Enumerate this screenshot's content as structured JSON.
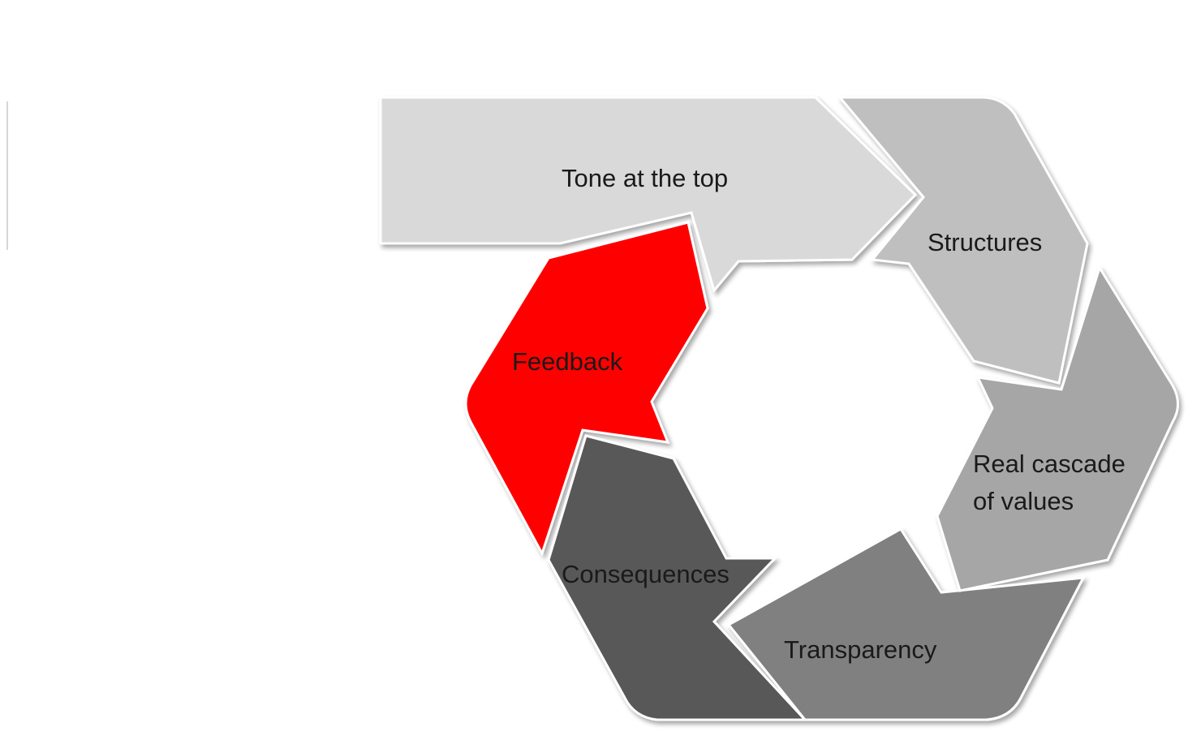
{
  "diagram": {
    "segments": [
      {
        "id": "tone-at-the-top",
        "lines": [
          "Tone at the top"
        ],
        "color": "#d9d9d9"
      },
      {
        "id": "structures",
        "lines": [
          "Structures"
        ],
        "color": "#bfbfbf"
      },
      {
        "id": "real-cascade-of-values",
        "lines": [
          "Real cascade",
          "of values"
        ],
        "color": "#a6a6a6"
      },
      {
        "id": "transparency",
        "lines": [
          "Transparency"
        ],
        "color": "#808080"
      },
      {
        "id": "consequences",
        "lines": [
          "Consequences"
        ],
        "color": "#595959"
      },
      {
        "id": "feedback",
        "lines": [
          "Feedback"
        ],
        "color": "#ff0000"
      }
    ]
  }
}
